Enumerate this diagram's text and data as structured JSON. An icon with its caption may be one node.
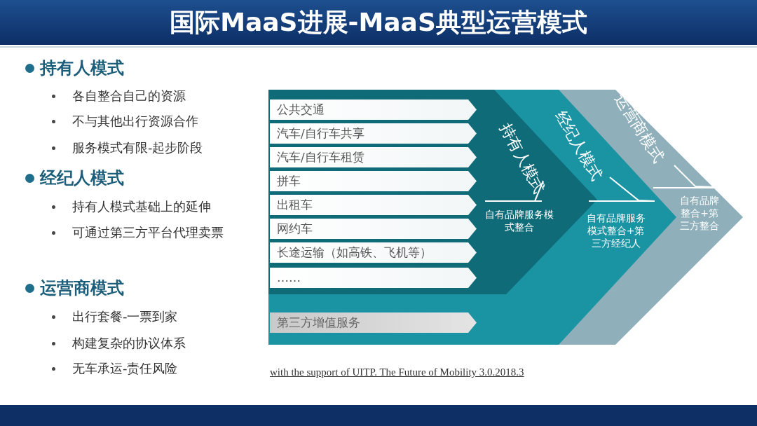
{
  "diagram": {
    "title": "国际MaaS进展-MaaS典型运营模式",
    "nodes": [
      {
        "text": [
          "持有人模式",
          "自有品牌服务模式整合"
        ],
        "in": 1
      },
      {
        "text": [
          "经纪人模式",
          "自有品牌服务模式整合+第三方经纪人"
        ],
        "in": 2
      },
      {
        "text": [
          "运营商模式",
          "自有品牌整合+第三方整合"
        ]
      },
      {
        "text": [
          "公共交通"
        ],
        "in": 0
      },
      {
        "text": [
          "汽车/自行车共享"
        ],
        "in": 0
      },
      {
        "text": [
          "汽车/自行车租赁"
        ],
        "in": 0
      },
      {
        "text": [
          "拼车"
        ],
        "in": 0
      },
      {
        "text": [
          "出租车"
        ],
        "in": 0
      },
      {
        "text": [
          "网约车"
        ],
        "in": 0
      },
      {
        "text": [
          "长途运输（如高铁、飞机等）"
        ],
        "in": 0
      },
      {
        "text": [
          "……"
        ],
        "in": 0
      },
      {
        "text": [
          "第三方增值服务"
        ],
        "in": 1
      }
    ],
    "labels": [
      "持有人模式",
      "各自整合自己的资源",
      "不与其他出行资源合作",
      "服务模式有限-起步阶段",
      "经纪人模式",
      "持有人模式基础上的延伸",
      "可通过第三方平台代理卖票",
      "运营商模式",
      "出行套餐-一票到家",
      "构建复杂的协议体系",
      "无车承运-责任风险",
      "with the support of UITP. The Future of Mobility 3.0.2018.3"
    ]
  }
}
